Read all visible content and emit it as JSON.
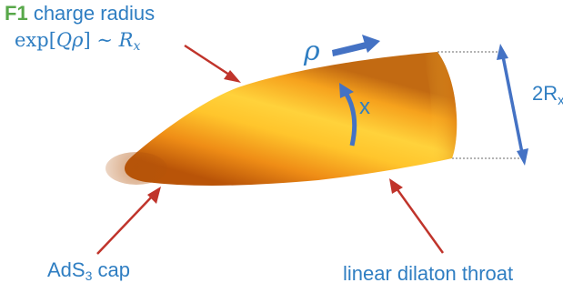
{
  "labels": {
    "f1_tag": "F1",
    "charge_radius": "charge radius",
    "exp_prefix": "exp[",
    "exp_q": "Q",
    "exp_rho": "ρ",
    "exp_suffix": "] ∼ ",
    "exp_r": "R",
    "exp_sub": "x",
    "rho": "ρ",
    "x": "x",
    "two_r": "2R",
    "two_r_sub": "x",
    "ads_prefix": "AdS",
    "ads_sub": "3",
    "ads_suffix": " cap",
    "throat": "linear dilaton throat"
  },
  "colors": {
    "label_blue": "#2f7ec2",
    "f1_green": "#58a84a",
    "arrow_red": "#c0342b",
    "arrow_blue": "#4472c4",
    "body_light": "#ffdc40",
    "body_mid": "#f5a416",
    "body_dark": "#c8600a",
    "dotted_gray": "#9a9a9a"
  }
}
